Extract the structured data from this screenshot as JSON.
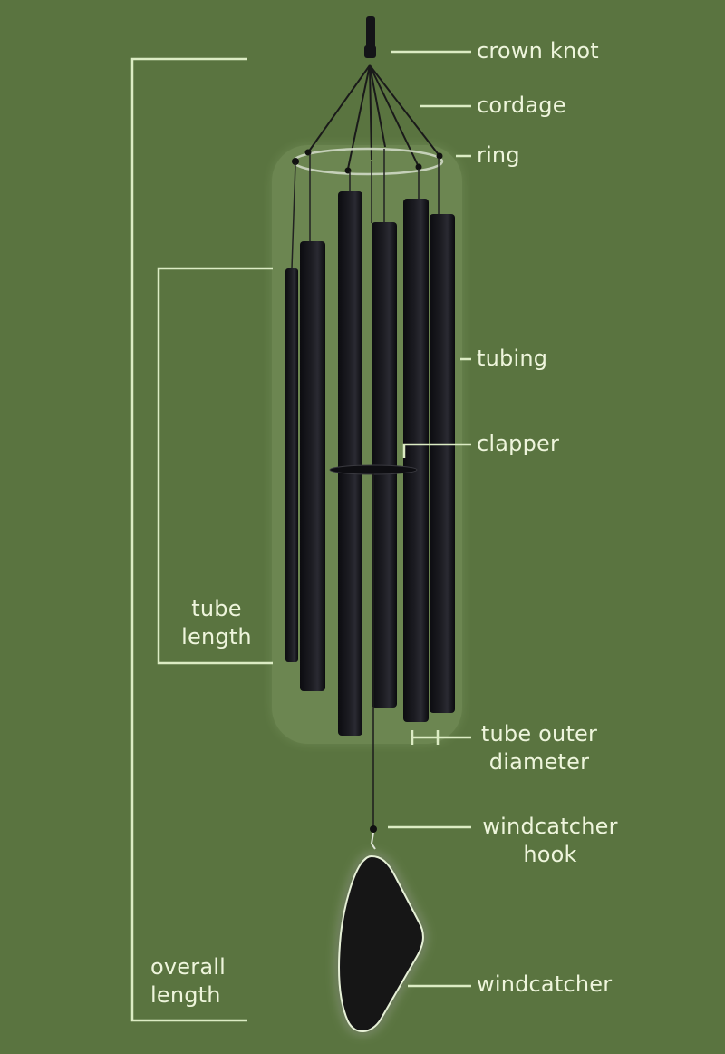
{
  "colors": {
    "background": "#5a7440",
    "line": "#dcecc4",
    "text": "#eef5dc",
    "tube": "#141418",
    "glow": "#e6f2d4"
  },
  "labels": {
    "crown_knot": "crown knot",
    "cordage": "cordage",
    "ring": "ring",
    "tubing": "tubing",
    "clapper": "clapper",
    "tube_outer_diameter_line1": "tube outer",
    "tube_outer_diameter_line2": "diameter",
    "windcatcher_hook_line1": "windcatcher",
    "windcatcher_hook_line2": "hook",
    "windcatcher": "windcatcher",
    "tube_length_line1": "tube",
    "tube_length_line2": "length",
    "overall_length_line1": "overall",
    "overall_length_line2": "length"
  }
}
